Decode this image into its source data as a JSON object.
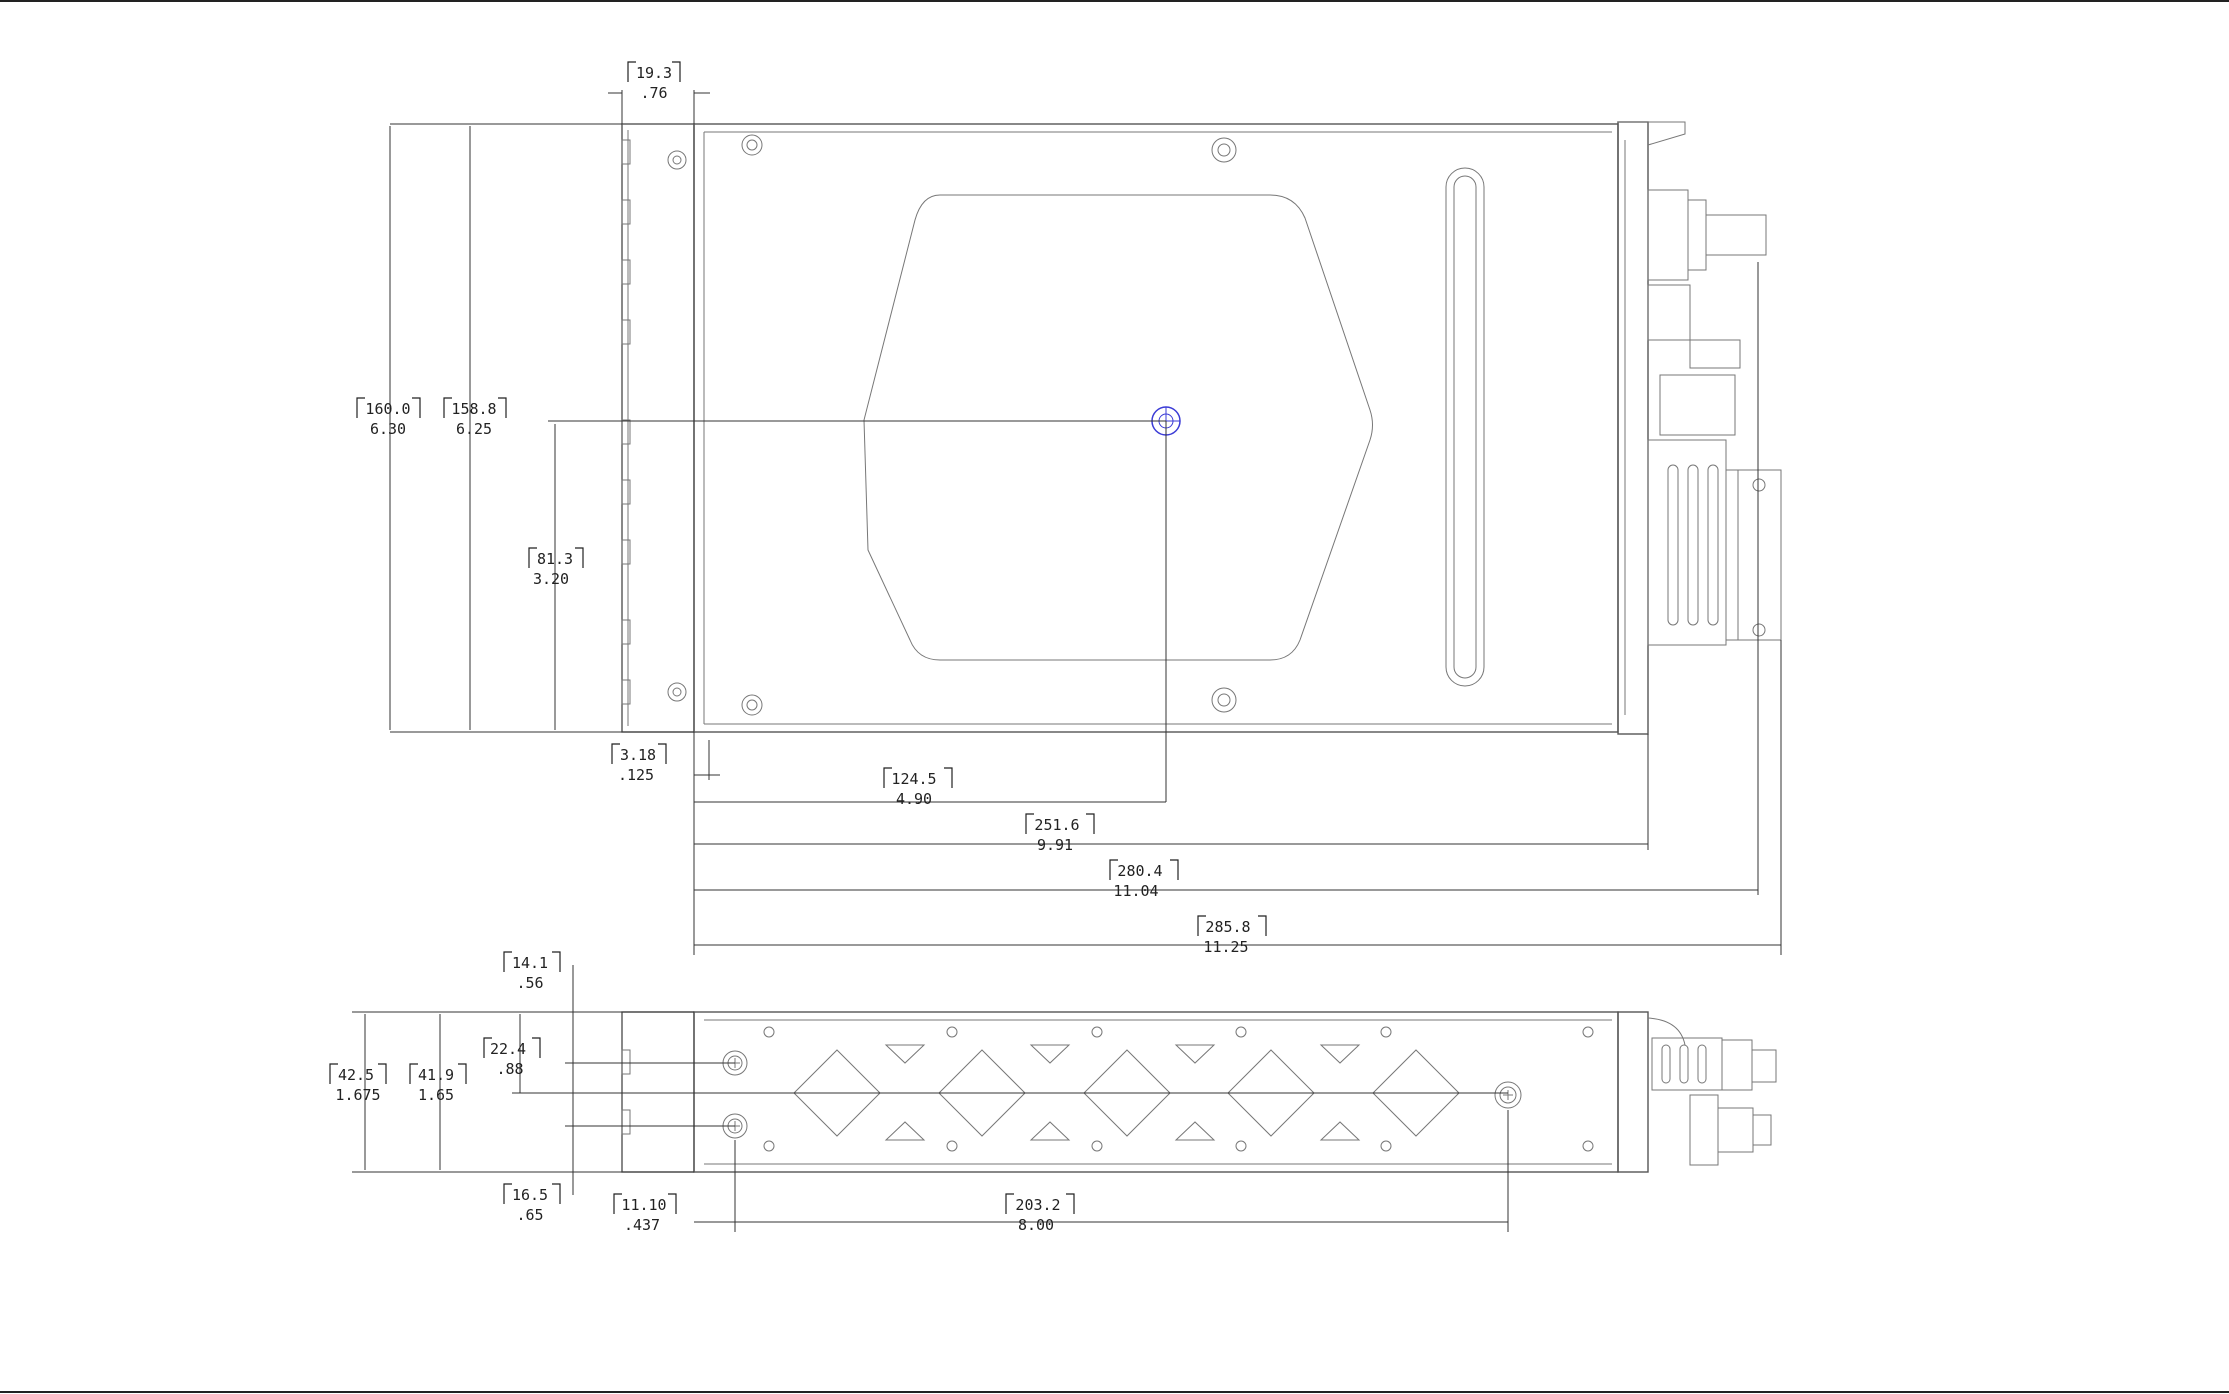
{
  "dimensions": {
    "d1": {
      "mm": "19.3",
      "inch": ".76"
    },
    "d2": {
      "mm": "160.0",
      "inch": "6.30"
    },
    "d3": {
      "mm": "158.8",
      "inch": "6.25"
    },
    "d4": {
      "mm": "81.3",
      "inch": "3.20"
    },
    "d5": {
      "mm": "3.18",
      "inch": ".125"
    },
    "d6": {
      "mm": "124.5",
      "inch": "4.90"
    },
    "d7": {
      "mm": "251.6",
      "inch": "9.91"
    },
    "d8": {
      "mm": "280.4",
      "inch": "11.04"
    },
    "d9": {
      "mm": "285.8",
      "inch": "11.25"
    },
    "d10": {
      "mm": "14.1",
      "inch": ".56"
    },
    "d11": {
      "mm": "42.5",
      "inch": "1.675"
    },
    "d12": {
      "mm": "41.9",
      "inch": "1.65"
    },
    "d13": {
      "mm": "22.4",
      "inch": ".88"
    },
    "d14": {
      "mm": "16.5",
      "inch": ".65"
    },
    "d15": {
      "mm": "11.10",
      "inch": ".437"
    },
    "d16": {
      "mm": "203.2",
      "inch": "8.00"
    }
  },
  "colors": {
    "line": "#555555",
    "dimension": "#222222",
    "center_mark": "#3b3bd6"
  }
}
